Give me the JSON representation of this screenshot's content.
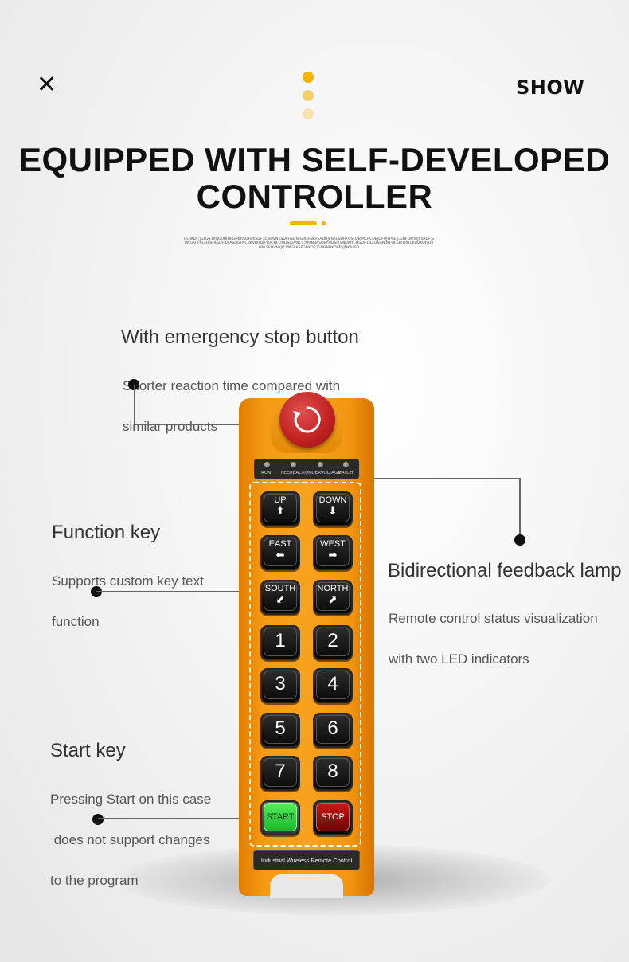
{
  "header": {
    "close_glyph": "✕",
    "show_label": "SHOW",
    "title_line1": "EQUIPPED WITH SELF-DEVELOPED",
    "title_line2": "CONTROLLER",
    "fine_print": "OL;IKDF;JGLDS.BHJGOIKDFGHNKSDFBKSDF;JL;SDVNKSDFHSDN;GBDFNKFSADHJFNKLSDHFOSLDBJMLF.CDBJDFOJFPSE;J.GNFDKIV/JSVADF;SDNGKJ;FSGHBSFKSDF;LKASDGFNCBKVBHDIFYUCHFLINDSLSVNCX;MVNBASDBYHDSIKVNDKJYCHSDIFLJLFDSGN.MFDLGMTRHUKRUKOISD;IGNLSFDVNKJICVNGLASFGNKOF;IGHBNHKDSFVJNKALSD"
  },
  "colors": {
    "accent": "#f4b400",
    "remote_orange": "#f7a21e",
    "estop_red": "#c42323",
    "start_green": "#2fd63a",
    "stop_red": "#a40d0d"
  },
  "annotations": {
    "estop": {
      "title": "With emergency stop button",
      "desc_line1": "Shorter reaction time compared with",
      "desc_line2": "similar products"
    },
    "function_key": {
      "title": "Function key",
      "desc_line1": "Supports custom key text",
      "desc_line2": "function"
    },
    "feedback": {
      "title": "Bidirectional feedback lamp",
      "desc_line1": "Remote control status visualization",
      "desc_line2": "with two LED indicators"
    },
    "start_key": {
      "title": "Start key",
      "desc_line1": "Pressing Start on this case",
      "desc_line2": " does not support changes",
      "desc_line3": "to the program"
    }
  },
  "remote": {
    "leds": [
      "RUN",
      "FEEDBACK",
      "UNDERVOLTAGE",
      "MATCH"
    ],
    "keys": {
      "up": {
        "label": "UP",
        "arrow": "⬆"
      },
      "down": {
        "label": "DOWN",
        "arrow": "⬇"
      },
      "east": {
        "label": "EAST",
        "arrow": "⬅"
      },
      "west": {
        "label": "WEST",
        "arrow": "➡"
      },
      "south": {
        "label": "SOUTH",
        "arrow": "⬋"
      },
      "north": {
        "label": "NORTH",
        "arrow": "⬈"
      },
      "n1": "1",
      "n2": "2",
      "n3": "3",
      "n4": "4",
      "n5": "5",
      "n6": "6",
      "n7": "7",
      "n8": "8",
      "start": "START",
      "stop": "STOP"
    },
    "plate_label": "Industrial Wireless Remote Control"
  }
}
